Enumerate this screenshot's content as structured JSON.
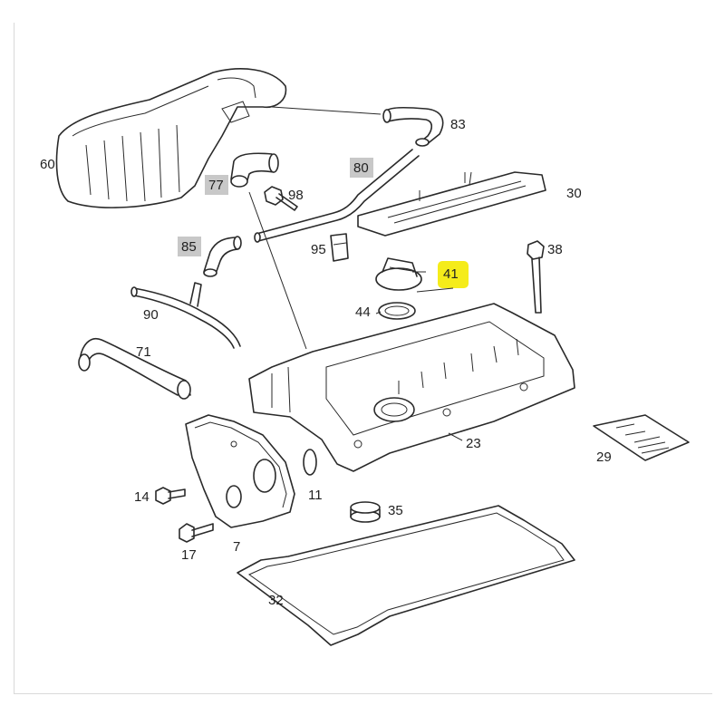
{
  "diagram": {
    "highlight_color": "#f5ec1a",
    "tag_color": "#c8c8c8",
    "labels": [
      {
        "id": "60",
        "text": "60",
        "style": "plain"
      },
      {
        "id": "83",
        "text": "83",
        "style": "plain"
      },
      {
        "id": "80",
        "text": "80",
        "style": "tag"
      },
      {
        "id": "77",
        "text": "77",
        "style": "tag"
      },
      {
        "id": "98",
        "text": "98",
        "style": "plain"
      },
      {
        "id": "30",
        "text": "30",
        "style": "plain"
      },
      {
        "id": "85",
        "text": "85",
        "style": "tag"
      },
      {
        "id": "95",
        "text": "95",
        "style": "plain"
      },
      {
        "id": "38",
        "text": "38",
        "style": "plain"
      },
      {
        "id": "41",
        "text": "41",
        "style": "highlight"
      },
      {
        "id": "44",
        "text": "44",
        "style": "plain"
      },
      {
        "id": "90",
        "text": "90",
        "style": "plain"
      },
      {
        "id": "71",
        "text": "71",
        "style": "plain"
      },
      {
        "id": "23",
        "text": "23",
        "style": "plain"
      },
      {
        "id": "29",
        "text": "29",
        "style": "plain"
      },
      {
        "id": "14",
        "text": "14",
        "style": "plain"
      },
      {
        "id": "11",
        "text": "11",
        "style": "plain"
      },
      {
        "id": "35",
        "text": "35",
        "style": "plain"
      },
      {
        "id": "17",
        "text": "17",
        "style": "plain"
      },
      {
        "id": "7",
        "text": "7",
        "style": "plain"
      },
      {
        "id": "32",
        "text": "32",
        "style": "plain"
      }
    ]
  }
}
